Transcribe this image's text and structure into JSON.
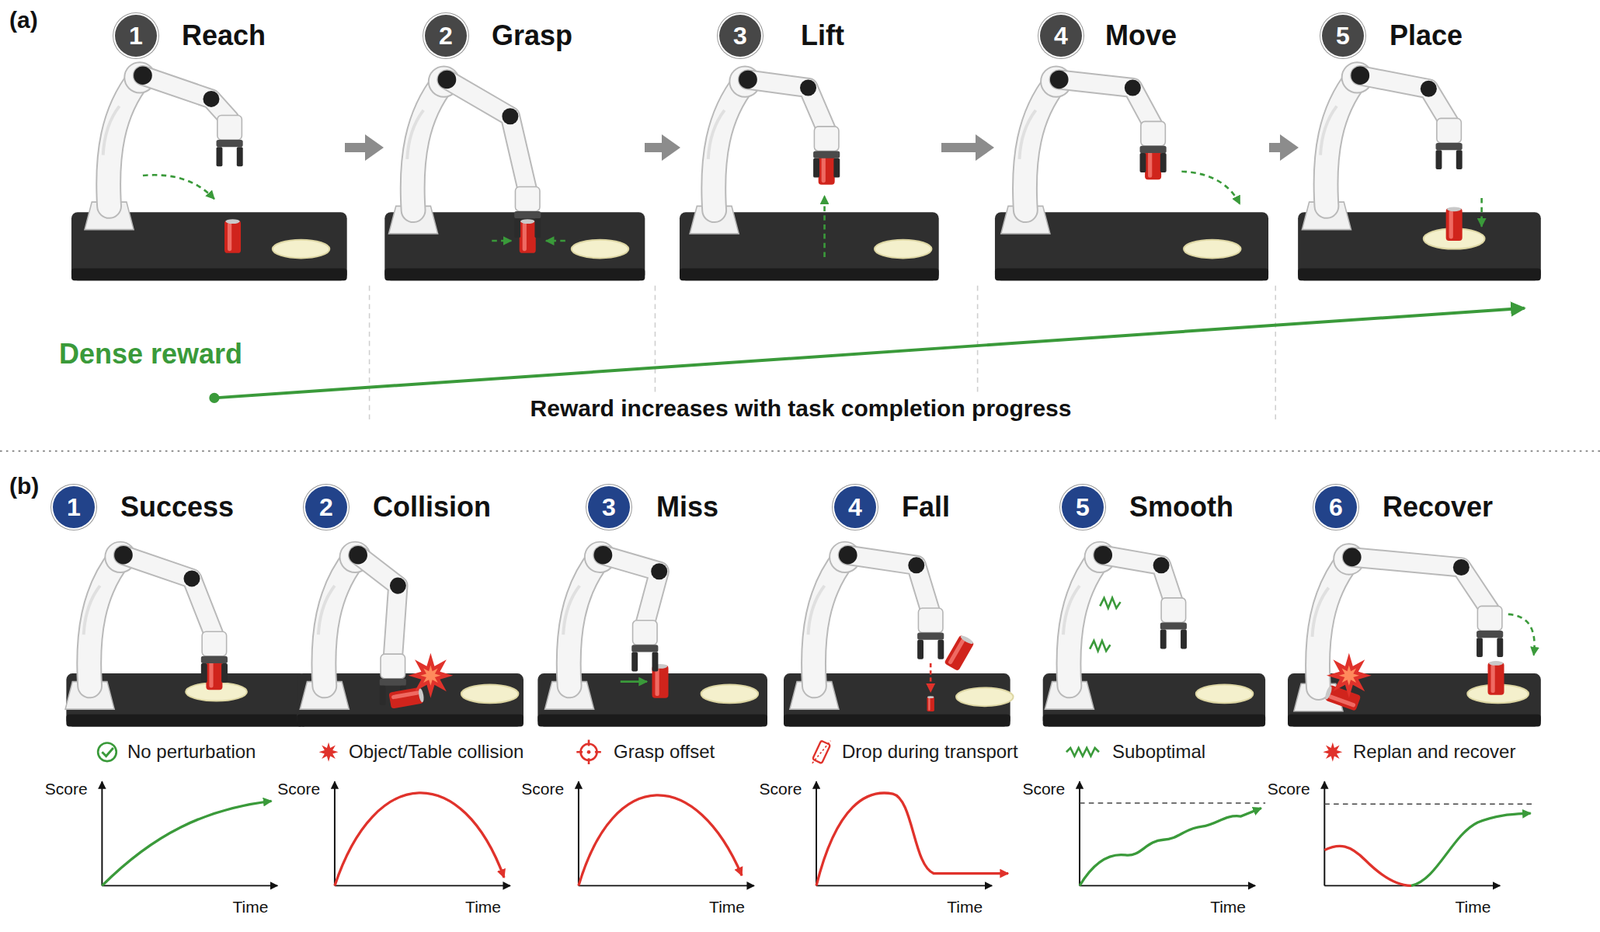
{
  "diagram": {
    "nodes": [
      {
        "text": [
          "1",
          "Reach"
        ]
      },
      {
        "text": [
          "2",
          "Grasp"
        ]
      },
      {
        "text": [
          "3",
          "Lift"
        ]
      },
      {
        "text": [
          "4",
          "Move"
        ]
      },
      {
        "text": [
          "5",
          "Place"
        ]
      },
      {
        "text": [
          "1",
          "Success",
          "No perturbation"
        ]
      },
      {
        "text": [
          "2",
          "Collision",
          "Object/Table collision"
        ]
      },
      {
        "text": [
          "3",
          "Miss",
          "Grasp offset"
        ]
      },
      {
        "text": [
          "4",
          "Fall",
          "Drop during transport"
        ]
      },
      {
        "text": [
          "5",
          "Smooth",
          "Suboptimal"
        ]
      },
      {
        "text": [
          "6",
          "Recover",
          "Replan and recover"
        ]
      }
    ],
    "edges": [
      {
        "from": 0,
        "to": 1,
        "arrow": "to"
      },
      {
        "from": 1,
        "to": 2,
        "arrow": "to"
      },
      {
        "from": 2,
        "to": 3,
        "arrow": "to"
      },
      {
        "from": 3,
        "to": 4,
        "arrow": "to"
      }
    ],
    "labels": [
      "(a)",
      "Dense reward",
      "Reward increases with task completion progress",
      "(b)",
      "Score",
      "Time",
      "Score",
      "Time",
      "Score",
      "Time",
      "Score",
      "Time",
      "Score",
      "Time",
      "Score",
      "Time"
    ]
  }
}
